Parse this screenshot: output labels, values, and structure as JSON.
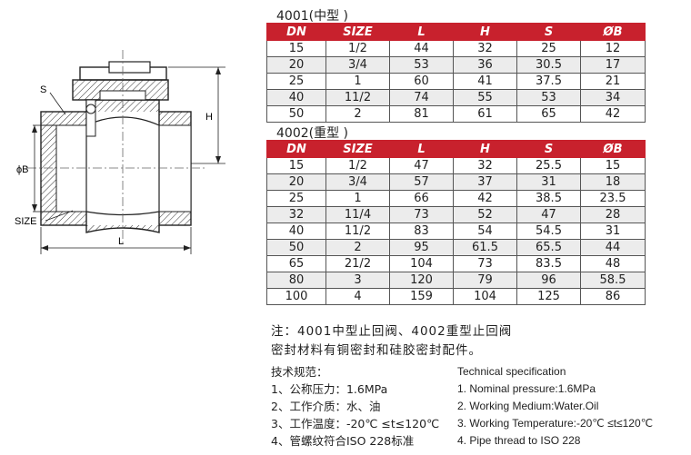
{
  "drawing": {
    "labels": {
      "s": "S",
      "phi_b": "ϕB",
      "size": "SIZE",
      "h": "H",
      "l": "L"
    }
  },
  "table_4001": {
    "title": "4001(中型 )",
    "headers": [
      "DN",
      "SIZE",
      "L",
      "H",
      "S",
      "ØB"
    ],
    "rows": [
      [
        "15",
        "1/2",
        "44",
        "32",
        "25",
        "12"
      ],
      [
        "20",
        "3/4",
        "53",
        "36",
        "30.5",
        "17"
      ],
      [
        "25",
        "1",
        "60",
        "41",
        "37.5",
        "21"
      ],
      [
        "40",
        "11/2",
        "74",
        "55",
        "53",
        "34"
      ],
      [
        "50",
        "2",
        "81",
        "61",
        "65",
        "42"
      ]
    ]
  },
  "table_4002": {
    "title": "4002(重型 )",
    "headers": [
      "DN",
      "SIZE",
      "L",
      "H",
      "S",
      "ØB"
    ],
    "rows": [
      [
        "15",
        "1/2",
        "47",
        "32",
        "25.5",
        "15"
      ],
      [
        "20",
        "3/4",
        "57",
        "37",
        "31",
        "18"
      ],
      [
        "25",
        "1",
        "66",
        "42",
        "38.5",
        "23.5"
      ],
      [
        "32",
        "11/4",
        "73",
        "52",
        "47",
        "28"
      ],
      [
        "40",
        "11/2",
        "83",
        "54",
        "54.5",
        "31"
      ],
      [
        "50",
        "2",
        "95",
        "61.5",
        "65.5",
        "44"
      ],
      [
        "65",
        "21/2",
        "104",
        "73",
        "83.5",
        "48"
      ],
      [
        "80",
        "3",
        "120",
        "79",
        "96",
        "58.5"
      ],
      [
        "100",
        "4",
        "159",
        "104",
        "125",
        "86"
      ]
    ]
  },
  "notes": {
    "line1": "注：4001中型止回阀、4002重型止回阀",
    "line2": "密封材料有铜密封和硅胶密封配件。"
  },
  "spec_cn": {
    "title": "技术规范：",
    "items": [
      "1、公称压力：1.6MPa",
      "2、工作介质：水、油",
      "3、工作温度：-20℃ ≤t≤120℃",
      "4、管螺纹符合ISO 228标准"
    ]
  },
  "spec_en": {
    "title": "Technical specification",
    "items": [
      "1. Nominal pressure:1.6MPa",
      "2. Working Medium:Water.Oil",
      "3. Working Temperature:-20℃ ≤t≤120℃",
      "4. Pipe thread to ISO 228"
    ]
  }
}
